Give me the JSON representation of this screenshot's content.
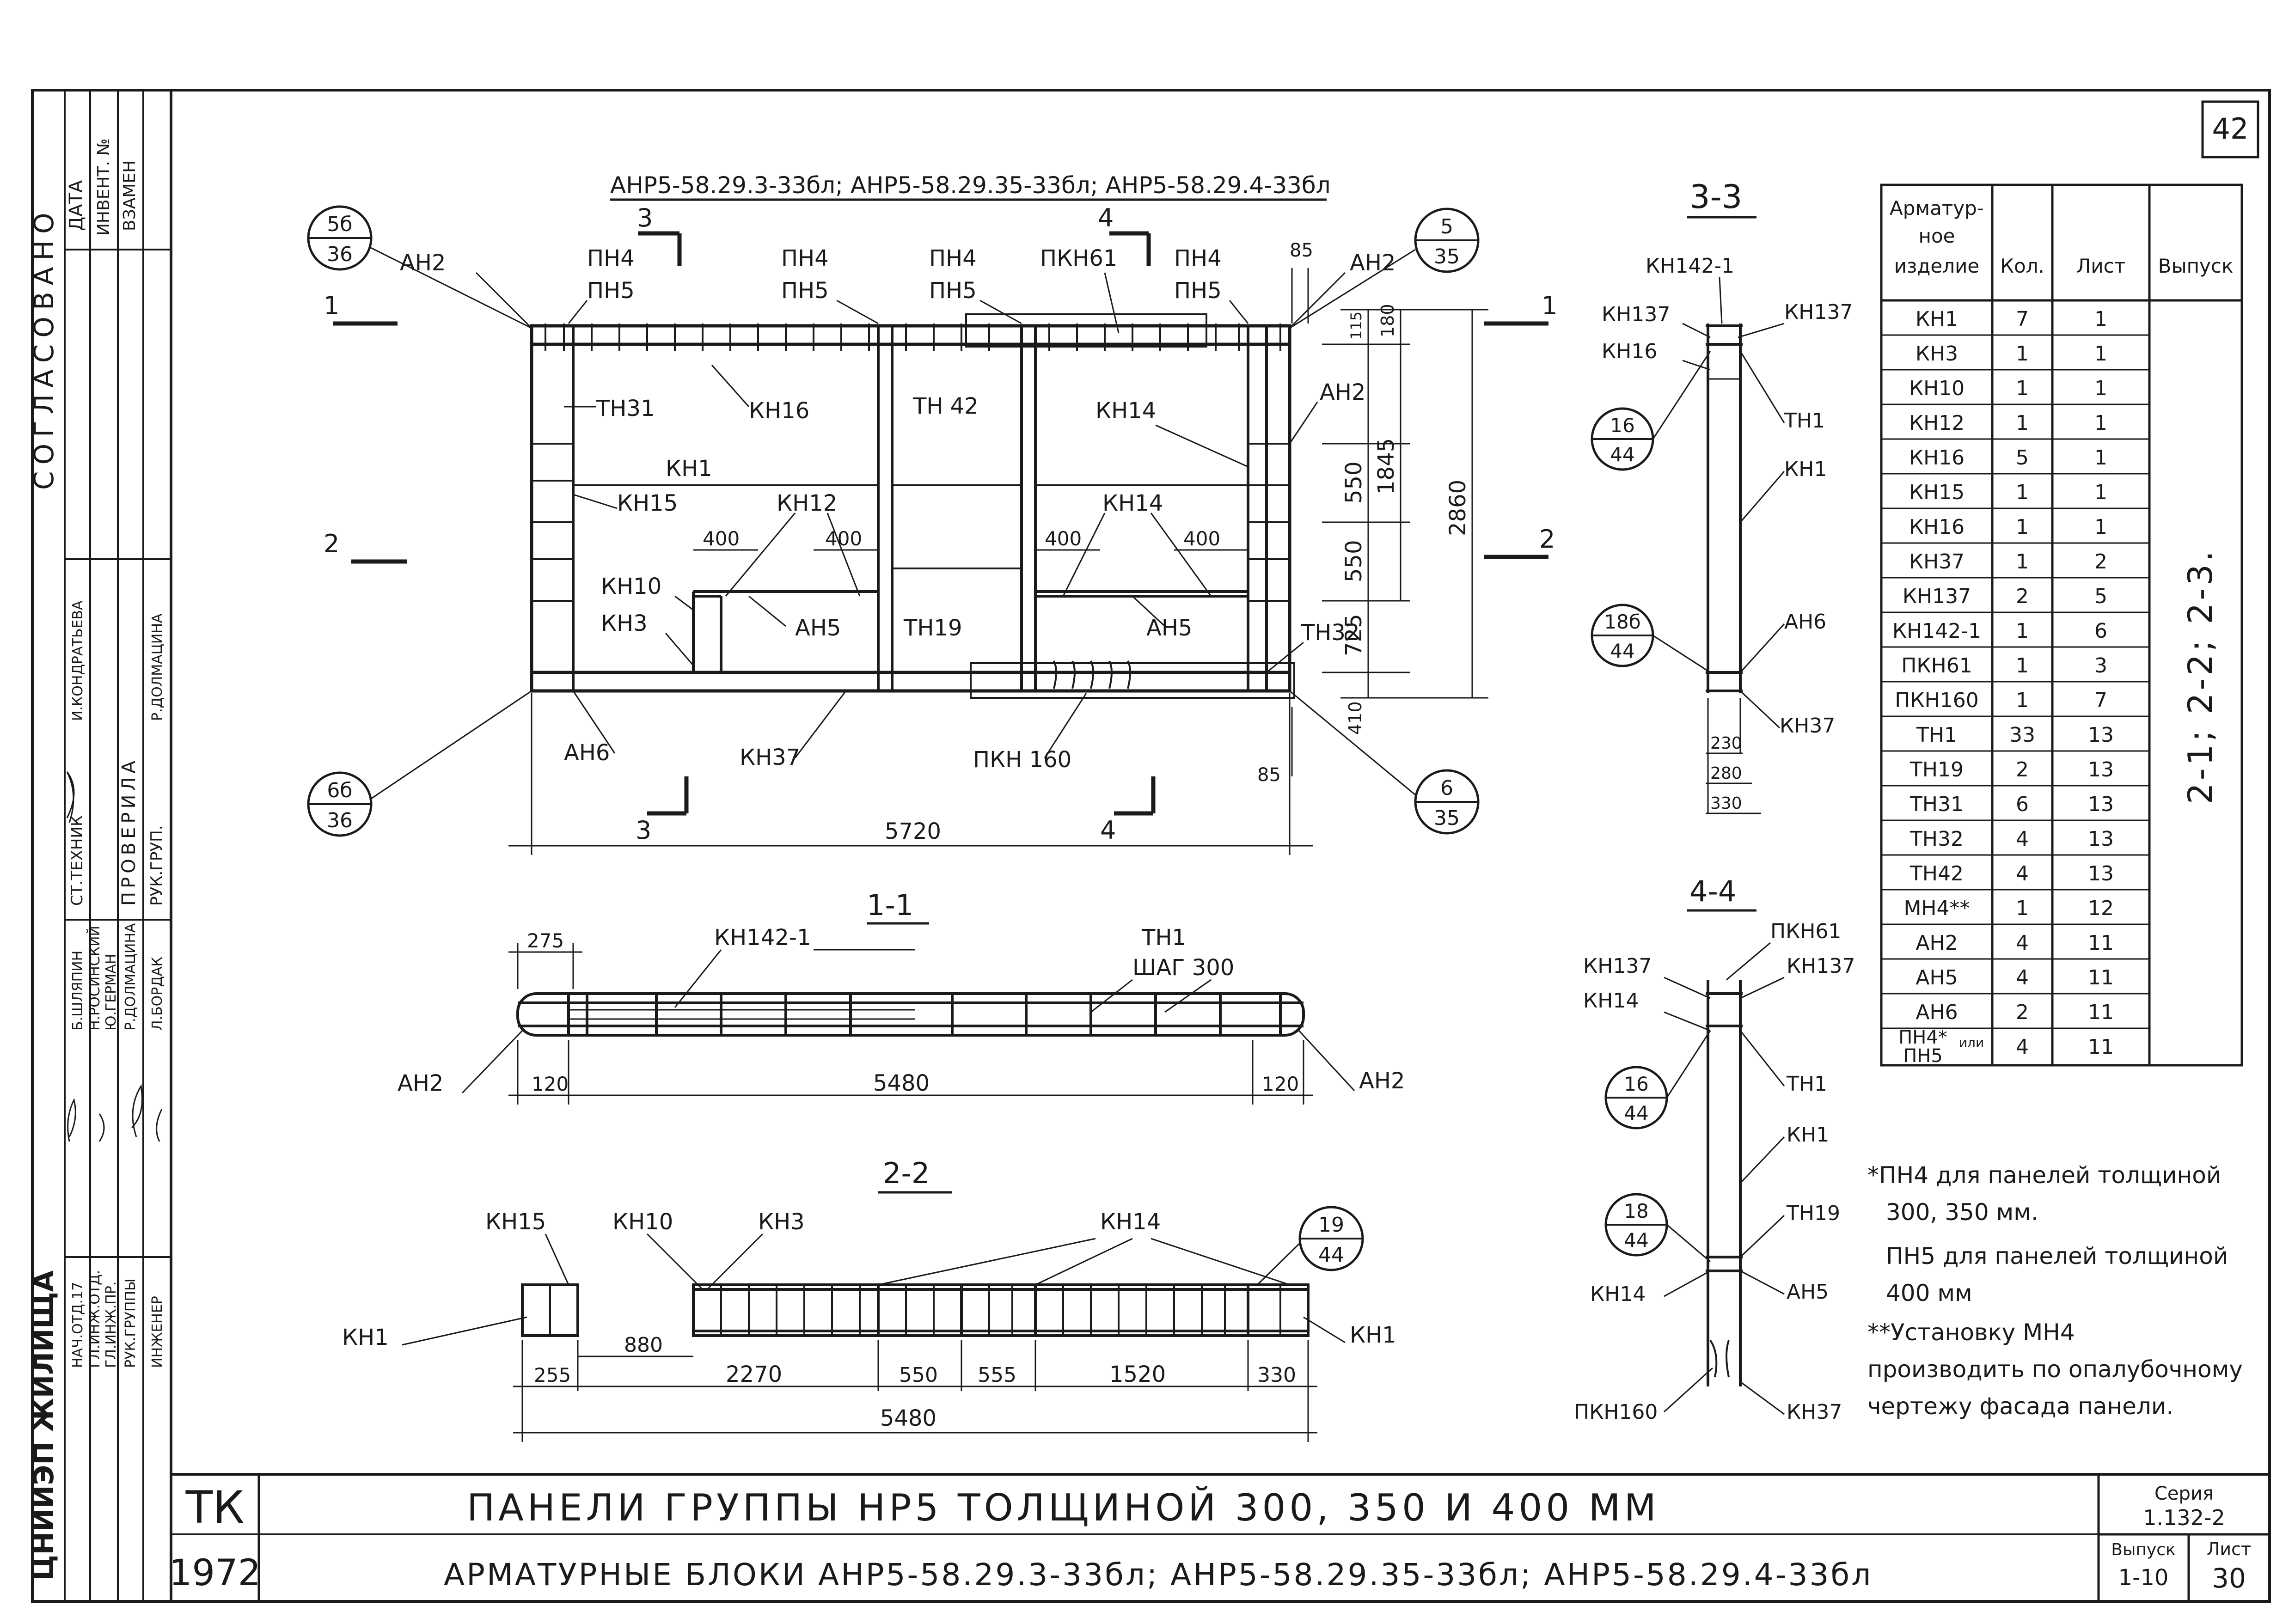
{
  "sheet": {
    "number": "42",
    "block_codes": "АНР5-58.29.3-33бл; АНР5-58.29.35-33бл; АНР5-58.29.4-33бл",
    "approved": "СОГЛАСОВАНО",
    "stamp_cols": [
      "ДАТА",
      "ИНВЕНТ. №",
      "ВЗАМЕН"
    ],
    "check": "ПРОВЕРИЛА",
    "names": [
      "Б.ШЛЯПИН",
      "Н.РОСИНСКИЙ",
      "Ю.ГЕРМАН",
      "Р.ДОЛМАЦИНА",
      "Л.БОРДАК"
    ],
    "posts": [
      "НАЧ.ОТД.17",
      "ГЛ.ИНЖ.ОТД.",
      "ГЛ.ИНЖ.ПР.",
      "РУК.ГРУППЫ",
      "ИНЖЕНЕР"
    ],
    "top_posts": [
      "СТ.ТЕХНИК",
      "РУК.ГРУП."
    ],
    "top_names": [
      "И.КОНДРАТЬЕВА",
      "Р.ДОЛМАЦИНА"
    ],
    "org": "ЦНИИЭП ЖИЛИЩА"
  },
  "views": {
    "section_3_3": "3-3",
    "section_1_1": "1-1",
    "section_2_2": "2-2",
    "section_4_4": "4-4"
  },
  "elevation": {
    "labels": {
      "an2": "АН2",
      "pn4": "ПН4",
      "pn5": "ПН5",
      "pkn61": "ПКН61",
      "kn16": "КН16",
      "tn31": "ТН31",
      "tn42": "ТН 42",
      "kn14": "КН14",
      "kn1": "КН1",
      "kn15": "КН15",
      "kn12": "КН12",
      "kn10": "КН10",
      "kn3": "КН3",
      "an5": "АН5",
      "tn19": "ТН19",
      "tn32": "ТН32",
      "an6": "АН6",
      "kn37": "КН37",
      "pkn160": "ПКН 160"
    },
    "bubbles": [
      {
        "top": "5б",
        "bottom": "36"
      },
      {
        "top": "5",
        "bottom": "35"
      },
      {
        "top": "6б",
        "bottom": "36"
      },
      {
        "top": "6",
        "bottom": "35"
      }
    ],
    "cut_marks": [
      "3",
      "4",
      "1",
      "2",
      "1",
      "2",
      "3",
      "4"
    ],
    "dims": {
      "d85a": "85",
      "d115": "115",
      "d180": "180",
      "d1845": "1845",
      "d550a": "550",
      "d550b": "550",
      "d2860": "2860",
      "d725": "725",
      "d410": "410",
      "d85b": "85",
      "d5720": "5720",
      "d400a": "400",
      "d400b": "400",
      "d400c": "400",
      "d400d": "400"
    }
  },
  "section_1_1": {
    "labels": {
      "kn142": "КН142-1",
      "tn1": "ТН1",
      "step": "ШАГ 300",
      "an2l": "АН2",
      "an2r": "АН2"
    },
    "dims": {
      "d275": "275",
      "d120a": "120",
      "d5480": "5480",
      "d120b": "120"
    }
  },
  "section_2_2": {
    "labels": {
      "kn15": "КН15",
      "kn10": "КН10",
      "kn3": "КН3",
      "kn14": "КН14",
      "kn1l": "КН1",
      "kn1r": "КН1",
      "b_top": "19",
      "b_bot": "44"
    },
    "dims": {
      "d880": "880",
      "d255": "255",
      "d2270": "2270",
      "d550": "550",
      "d555": "555",
      "d1520": "1520",
      "d330": "330",
      "d5480": "5480"
    }
  },
  "section_3_3": {
    "labels": {
      "kn142": "КН142-1",
      "kn137l": "КН137",
      "kn137r": "КН137",
      "kn16": "КН16",
      "tn1": "ТН1",
      "kn1": "КН1",
      "an6": "АН6",
      "kn37": "КН37"
    },
    "bubbles": [
      {
        "top": "16",
        "bottom": "44"
      },
      {
        "top": "18б",
        "bottom": "44"
      }
    ],
    "dims": {
      "d230": "230",
      "d280": "280",
      "d330": "330"
    }
  },
  "section_4_4": {
    "labels": {
      "pkn61": "ПКН61",
      "kn137l": "КН137",
      "kn137r": "КН137",
      "kn14a": "КН14",
      "tn1": "ТН1",
      "kn1": "КН1",
      "tn19": "ТН19",
      "kn14b": "КН14",
      "an5": "АН5",
      "pkn160": "ПКН160",
      "kn37": "КН37"
    },
    "bubbles": [
      {
        "top": "16",
        "bottom": "44"
      },
      {
        "top": "18",
        "bottom": "44"
      }
    ]
  },
  "spec_table": {
    "headers": [
      "Арматур-\nное\nизделие",
      "Кол.",
      "Лист",
      "Выпуск"
    ],
    "header_lines": [
      "Арматур-",
      "ное",
      "изделие"
    ],
    "release": "2-1; 2-2; 2-3.",
    "rows": [
      {
        "item": "КН1",
        "qty": "7",
        "sheet": "1"
      },
      {
        "item": "КН3",
        "qty": "1",
        "sheet": "1"
      },
      {
        "item": "КН10",
        "qty": "1",
        "sheet": "1"
      },
      {
        "item": "КН12",
        "qty": "1",
        "sheet": "1"
      },
      {
        "item": "КН16",
        "qty": "5",
        "sheet": "1"
      },
      {
        "item": "КН15",
        "qty": "1",
        "sheet": "1"
      },
      {
        "item": "КН16",
        "qty": "1",
        "sheet": "1"
      },
      {
        "item": "КН37",
        "qty": "1",
        "sheet": "2"
      },
      {
        "item": "КН137",
        "qty": "2",
        "sheet": "5"
      },
      {
        "item": "КН142-1",
        "qty": "1",
        "sheet": "6"
      },
      {
        "item": "ПКН61",
        "qty": "1",
        "sheet": "3"
      },
      {
        "item": "ПКН160",
        "qty": "1",
        "sheet": "7"
      },
      {
        "item": "ТН1",
        "qty": "33",
        "sheet": "13"
      },
      {
        "item": "ТН19",
        "qty": "2",
        "sheet": "13"
      },
      {
        "item": "ТН31",
        "qty": "6",
        "sheet": "13"
      },
      {
        "item": "ТН32",
        "qty": "4",
        "sheet": "13"
      },
      {
        "item": "ТН42",
        "qty": "4",
        "sheet": "13"
      },
      {
        "item": "МН4**",
        "qty": "1",
        "sheet": "12"
      },
      {
        "item": "АН2",
        "qty": "4",
        "sheet": "11"
      },
      {
        "item": "АН5",
        "qty": "4",
        "sheet": "11"
      },
      {
        "item": "АН6",
        "qty": "2",
        "sheet": "11"
      },
      {
        "item": "ПН4*",
        "item2": "ПН5",
        "or": "или",
        "qty": "4",
        "sheet": "11"
      }
    ]
  },
  "notes": [
    "*ПН4 для панелей толщиной",
    "300, 350 мм.",
    "ПН5 для панелей толщиной",
    "400 мм",
    "**Установку МН4",
    "производить по опалубочному",
    "чертежу фасада панели."
  ],
  "title_block": {
    "code": "ТК",
    "year": "1972",
    "line1": "ПАНЕЛИ ГРУППЫ НР5 ТОЛЩИНОЙ 300, 350 И 400 ММ",
    "line2": "АРМАТУРНЫЕ БЛОКИ АНР5-58.29.3-33бл; АНР5-58.29.35-33бл; АНР5-58.29.4-33бл",
    "series_label": "Серия",
    "series": "1.132-2",
    "release_label": "Выпуск",
    "release": "1-10",
    "sheet_label": "Лист",
    "sheet": "30"
  },
  "colors": {
    "ink": "#1a1a1a",
    "paper": "#ffffff"
  }
}
